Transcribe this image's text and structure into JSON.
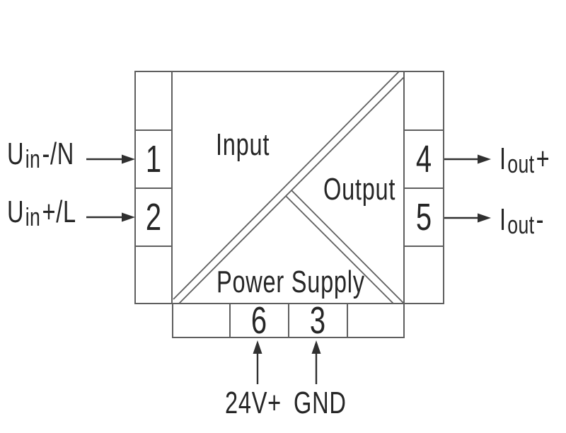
{
  "colors": {
    "background": "#ffffff",
    "line": "#5f5f5f",
    "arrow": "#303030",
    "text": "#262626"
  },
  "regions": {
    "input": "Input",
    "output": "Output",
    "power_supply": "Power Supply"
  },
  "terminals": {
    "left": [
      {
        "number": "1",
        "label_base": "U",
        "label_sub": "in",
        "label_suffix": "-/N"
      },
      {
        "number": "2",
        "label_base": "U",
        "label_sub": "in",
        "label_suffix": "+/L"
      }
    ],
    "right": [
      {
        "number": "4",
        "label_base": "I",
        "label_sub": "out",
        "label_suffix": "+"
      },
      {
        "number": "5",
        "label_base": "I",
        "label_sub": "out",
        "label_suffix": "-"
      }
    ],
    "bottom": [
      {
        "number": "6",
        "label": "24V+"
      },
      {
        "number": "3",
        "label": "GND"
      }
    ]
  }
}
